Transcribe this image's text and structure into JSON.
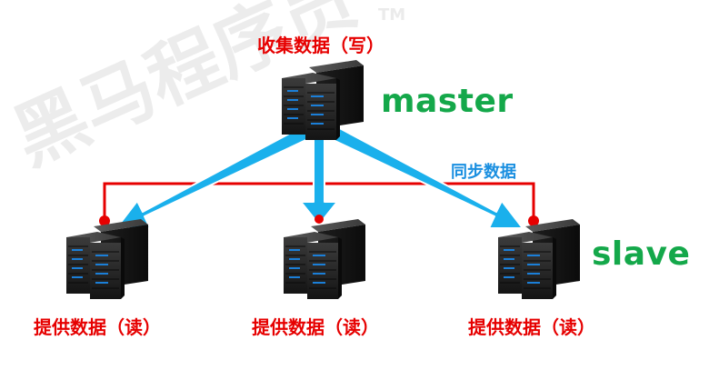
{
  "watermark": {
    "brand": "黑马程序员",
    "tm": "TM"
  },
  "master": {
    "title": "收集数据（写）",
    "role": "master"
  },
  "sync": {
    "label": "同步数据"
  },
  "slave": {
    "role": "slave",
    "nodes": [
      {
        "label": "提供数据（读）"
      },
      {
        "label": "提供数据（读）"
      },
      {
        "label": "提供数据（读）"
      }
    ]
  },
  "colors": {
    "arrow": "#1ab0ec",
    "sync_line": "#e60000",
    "master_label": "#14a84a",
    "caption": "#e60000",
    "sync_label": "#1a8fe0"
  }
}
